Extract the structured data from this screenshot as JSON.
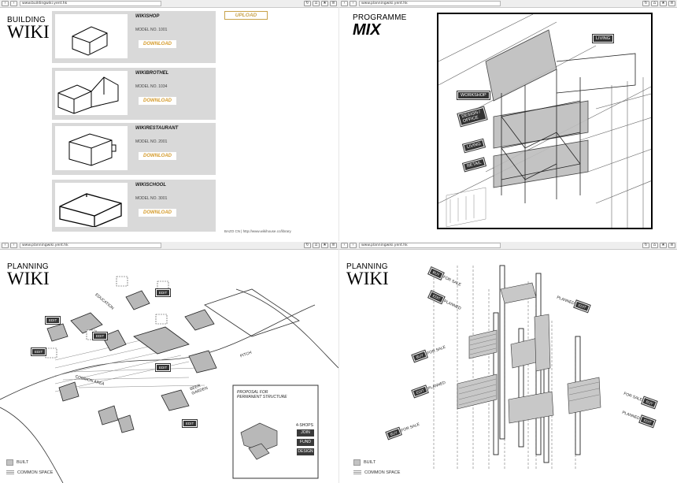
{
  "colors": {
    "card_bg": "#d9d9d9",
    "download_text": "#d49a2a",
    "upload_border": "#c8a24a",
    "dark_tag": "#333333"
  },
  "nav_icons": [
    "back-arrow-icon",
    "forward-arrow-icon",
    "refresh-icon",
    "home-icon",
    "bookmark-icon",
    "menu-icon"
  ],
  "q1": {
    "url": "www.buildingwiki.yent.hk",
    "title_top": "BUILDING",
    "title_bottom": "WIKI",
    "upload_label": "UPLOAD",
    "credit": "BAZO CN | http://www.wikihouse.cc/library",
    "cards": [
      {
        "title": "WIKISHOP",
        "model": "MODEL NO. 1001",
        "download": "DOWNLOAD"
      },
      {
        "title": "WIKIBROTHEL",
        "model": "MODEL NO. 1034",
        "download": "DOWNLOAD"
      },
      {
        "title": "WIKIRESTAURANT",
        "model": "MODEL NO. 2001",
        "download": "DOWNLOAD"
      },
      {
        "title": "WIKISCHOOL",
        "model": "MODEL NO. 3001",
        "download": "DOWNLOAD"
      }
    ]
  },
  "q2": {
    "url": "www.planningwiki.yent.hk",
    "title_top": "PROGRAMME",
    "title_bottom": "MIX",
    "labels": [
      "LIVING",
      "WORKSHOP",
      "DESIGN / OFFICE",
      "LIVING",
      "RETAIL"
    ]
  },
  "q3": {
    "url": "www.planningwiki.yent.hk",
    "title_top": "PLANNING",
    "title_bottom": "WIKI",
    "map_labels": [
      "EDUCATION",
      "COMMON AREA",
      "PITCH",
      "BEER GARDEN"
    ],
    "edit_labels": [
      "EDIT",
      "EDIT",
      "EDIT",
      "EDIT",
      "EDIT",
      "EDIT"
    ],
    "proposal_title": "PROPOSAL FOR PERMANENT STRUCTURE",
    "shops_label": "4-SHOPS",
    "buttons": [
      "JOIN",
      "FUND",
      "DESIGN"
    ],
    "legend": [
      "BUILT",
      "COMMON SPACE"
    ]
  },
  "q4": {
    "url": "www.planningwiki.yent.hk",
    "title_top": "PLANNING",
    "title_bottom": "WIKI",
    "tags": [
      {
        "tag": "BUY",
        "text": "FOR SALE"
      },
      {
        "tag": "EDIT",
        "text": "PLANNED"
      },
      {
        "tag": "BUY",
        "text": "FOR SALE"
      },
      {
        "tag": "EDIT",
        "text": "PLANNED"
      },
      {
        "tag": "BUY",
        "text": "FOR SALE"
      },
      {
        "tag": "EDIT",
        "text": "PLANNED"
      },
      {
        "tag": "BUY",
        "text": "FOR SALE"
      },
      {
        "tag": "EDIT",
        "text": "PLANNED"
      }
    ],
    "legend": [
      "BUILT",
      "COMMON SPACE"
    ]
  }
}
